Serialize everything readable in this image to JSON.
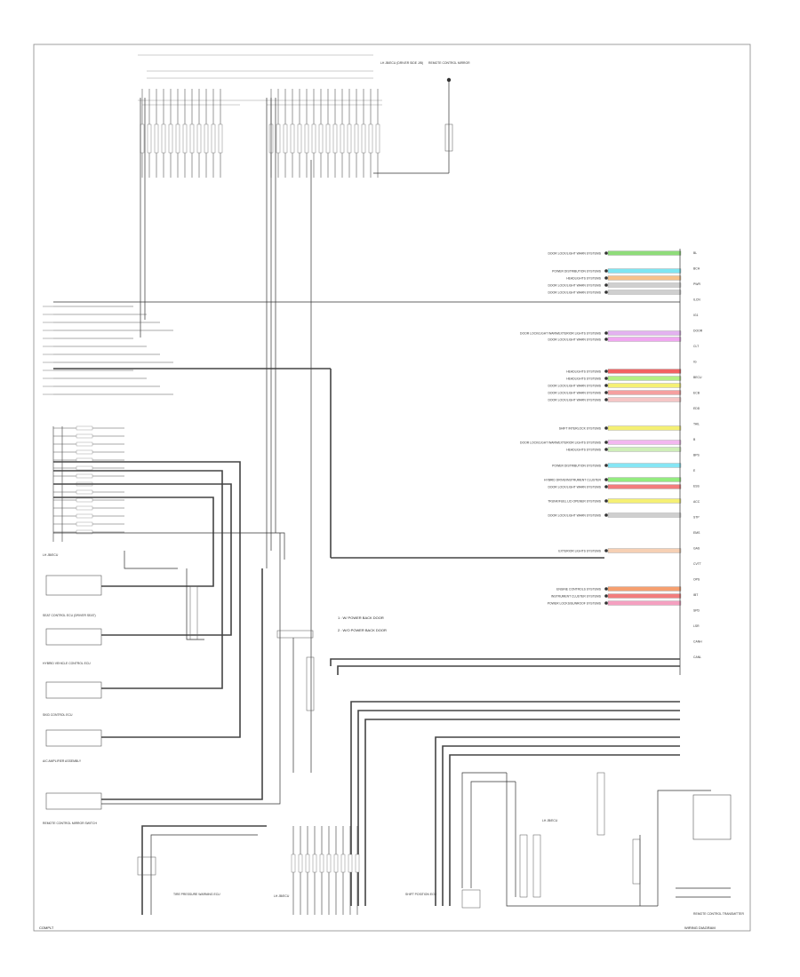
{
  "page": {
    "footer_left": "COMPLT",
    "footer_right": "WIRING DIAGRAM"
  },
  "legend": [
    "1 : W/ POWER BACK DOOR",
    "2 : W/O POWER BACK DOOR"
  ],
  "top_labels": [
    "LH JB/ECU (DRIVER SIDE J/B)",
    "REMOTE CONTROL MIRROR"
  ],
  "right_pins": [
    "BL",
    "BCH",
    "PWR",
    "ILCN",
    "IG1",
    "DOOR",
    "CLT",
    "IG",
    "BECU",
    "ECB",
    "EDD",
    "TAIL",
    "B",
    "BPS",
    "E",
    "ESS",
    "ACC",
    "STP",
    "EMS",
    "GAS",
    "CVTT",
    "OPS",
    "IBT",
    "SPD",
    "LSR",
    "CANH",
    "CANL"
  ],
  "right_wires": [
    {
      "label": "DOOR LOCK/LIGHT WARN SYSTEMS",
      "color": "#8fdc7a"
    },
    {
      "label": "POWER DISTRIBUTION SYSTEMS",
      "color": "#7fe6f2"
    },
    {
      "label": "HEADLIGHTS SYSTEMS",
      "color": "#f6c28c"
    },
    {
      "label": "DOOR LOCK/LIGHT WARN SYSTEMS",
      "color": "#cfcfcf"
    },
    {
      "label": "DOOR LOCK/LIGHT WARN SYSTEMS",
      "color": "#cfcfcf"
    },
    {
      "label": "DOOR LOCK/LIGHT WARN/EXTERIOR LIGHTS SYSTEMS",
      "color": "#e3b2f0"
    },
    {
      "label": "DOOR LOCK/LIGHT WARN SYSTEMS",
      "color": "#f0a7f0"
    },
    {
      "label": "HEADLIGHTS SYSTEMS",
      "color": "#f26262"
    },
    {
      "label": "HEADLIGHTS SYSTEMS",
      "color": "#b4ef84"
    },
    {
      "label": "DOOR LOCK/LIGHT WARN SYSTEMS",
      "color": "#f5f074"
    },
    {
      "label": "DOOR LOCK/LIGHT WARN SYSTEMS",
      "color": "#f5a0a0"
    },
    {
      "label": "DOOR LOCK/LIGHT WARN SYSTEMS",
      "color": "#f5c6c6"
    },
    {
      "label": "SHIFT INTERLOCK SYSTEMS",
      "color": "#f5f074"
    },
    {
      "label": "DOOR LOCK/LIGHT WARN/EXTERIOR LIGHTS SYSTEMS",
      "color": "#f3b7f0"
    },
    {
      "label": "HEADLIGHTS SYSTEMS",
      "color": "#cfeeb9"
    },
    {
      "label": "POWER DISTRIBUTION SYSTEMS",
      "color": "#86e6f5"
    },
    {
      "label": "HYBRID DRIVE/INSTRUMENT CLUSTER",
      "color": "#94ec80"
    },
    {
      "label": "DOOR LOCK/LIGHT WARN SYSTEMS",
      "color": "#f27d7d"
    },
    {
      "label": "TRUNK/FUEL LID OPENER SYSTEMS",
      "color": "#f5f074"
    },
    {
      "label": "DOOR LOCK/LIGHT WARN SYSTEMS",
      "color": "#cfcfcf"
    },
    {
      "label": "EXTERIOR LIGHTS SYSTEMS",
      "color": "#f6d0b4"
    },
    {
      "label": "ENGINE CONTROLS SYSTEMS",
      "color": "#f6a070"
    },
    {
      "label": "INSTRUMENT CLUSTER SYSTEMS",
      "color": "#f27d7d"
    },
    {
      "label": "POWER LOCKS/SUNROOF SYSTEMS",
      "color": "#f5a0c0"
    }
  ],
  "left_components": [
    "LH JB/ECU",
    "SEAT CONTROL ECU (DRIVER SEAT)",
    "HYBRID VEHICLE CONTROL ECU",
    "SKID CONTROL ECU",
    "A/C AMPLIFIER ASSEMBLY",
    "REMOTE CONTROL MIRROR SWITCH"
  ],
  "bottom_components": [
    "TIRE PRESSURE WARNING ECU",
    "LH JB/ECU",
    "SHIFT POSITION ECU",
    "LH JB/ECU",
    "REMOTE CONTROL TRANSMITTER"
  ]
}
